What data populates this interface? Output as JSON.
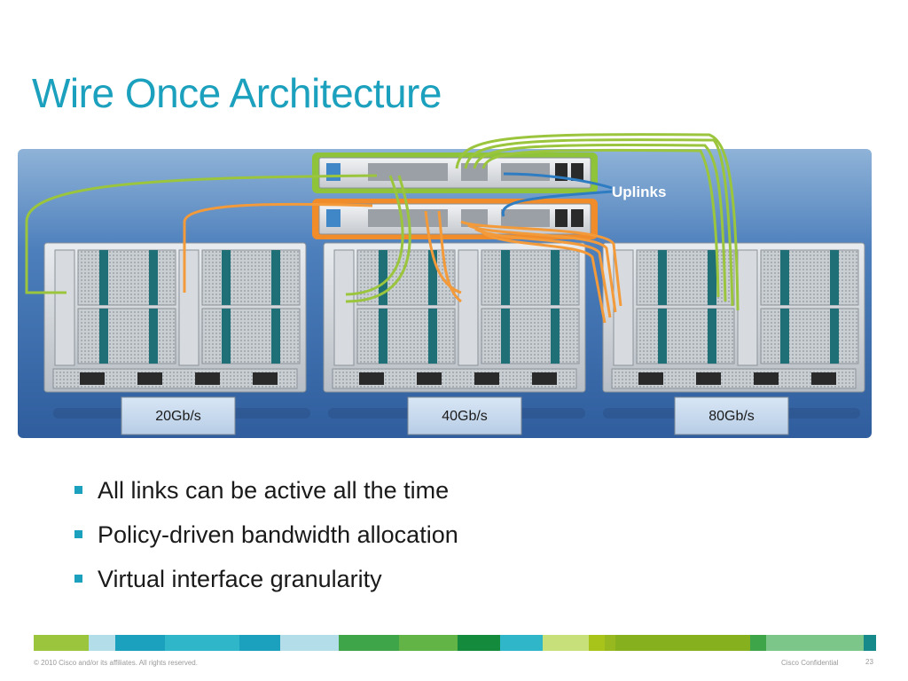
{
  "slide": {
    "title": "Wire Once Architecture",
    "uplinks_label": "Uplinks",
    "chassis_speeds": [
      "20Gb/s",
      "40Gb/s",
      "80Gb/s"
    ],
    "bullets": [
      "All links can be active all the time",
      "Policy-driven bandwidth allocation",
      "Virtual interface granularity"
    ],
    "footer_copyright": "© 2010 Cisco and/or its affiliates. All rights reserved.",
    "footer_confidential": "Cisco Confidential",
    "page_number": "23"
  },
  "colors": {
    "title": "#1ba0bd",
    "panel_blue": "#3d6fb0",
    "green_cable": "#9bc53d",
    "orange_cable": "#f39a3a",
    "fabric_a_border": "#8fc43a",
    "fabric_b_border": "#f08c2a",
    "bar": [
      "#9bc53d",
      "#b3dde8",
      "#1ba0bd",
      "#2fb6c9",
      "#1ba0bd",
      "#b3dde8",
      "#3ea548",
      "#62b446",
      "#138a3c",
      "#2fb6c9",
      "#c8e07a",
      "#a8c31a",
      "#98b820",
      "#86b01e",
      "#3ea548",
      "#7dc68a",
      "#168a8a"
    ]
  }
}
